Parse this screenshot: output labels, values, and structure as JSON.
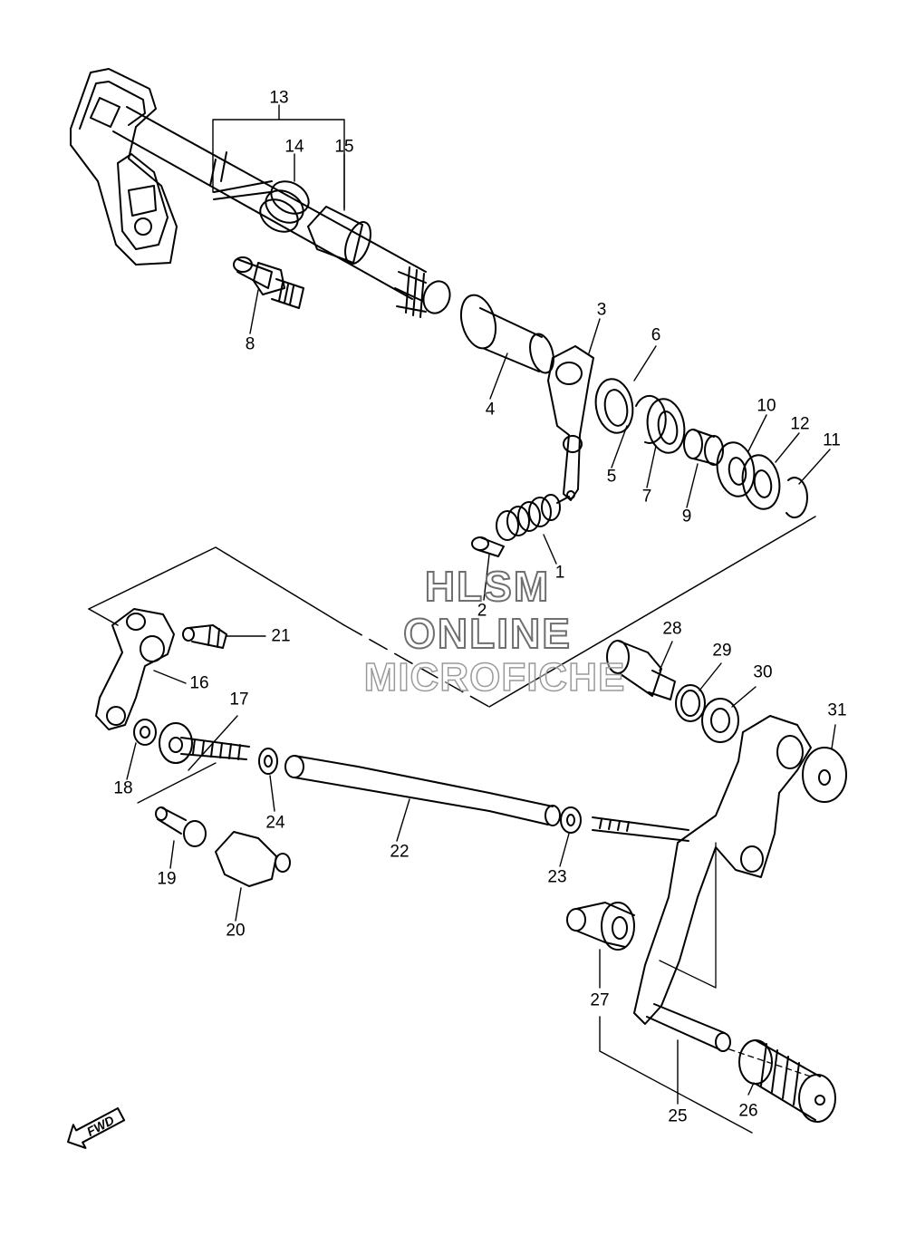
{
  "watermark": {
    "line1": "HLSM",
    "line2": "ONLINE",
    "line3": "MICROFICHE"
  },
  "direction_badge": "FWD",
  "callouts": [
    "1",
    "2",
    "3",
    "4",
    "5",
    "6",
    "7",
    "8",
    "9",
    "10",
    "11",
    "12",
    "13",
    "14",
    "15",
    "16",
    "17",
    "18",
    "19",
    "20",
    "21",
    "22",
    "23",
    "24",
    "25",
    "26",
    "27",
    "28",
    "29",
    "30",
    "31"
  ],
  "colors": {
    "line": "#000000",
    "watermark_stroke": "#6f6f6f",
    "background": "#ffffff"
  }
}
